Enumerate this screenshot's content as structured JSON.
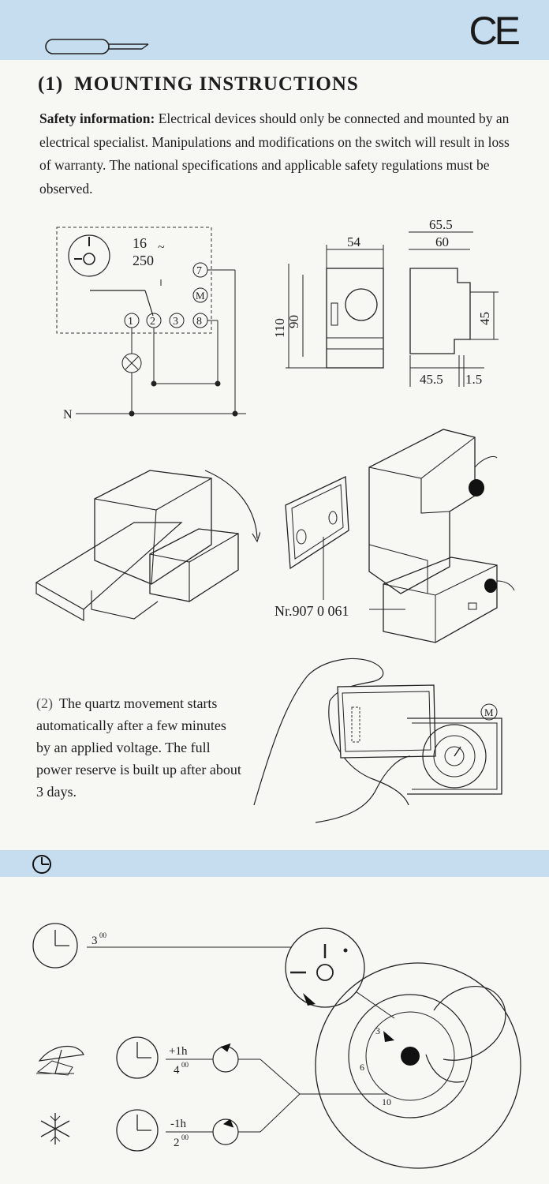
{
  "header": {
    "ce_mark": "CE",
    "pen_icon": "pen-icon"
  },
  "section1": {
    "number": "(1)",
    "title": "MOUNTING INSTRUCTIONS",
    "safety_label": "Safety information:",
    "safety_text": "Electrical devices should only be connected and mounted by an electrical specialist. Manipulations and modifications on the switch will result in loss of warranty. The national specifications and applicable safety regulations must be observed."
  },
  "wiring": {
    "current": "16",
    "voltage": "250",
    "ac_symbol": "~",
    "neutral": "N",
    "terminals": [
      "1",
      "2",
      "3",
      "8",
      "7",
      "M"
    ]
  },
  "dimensions": {
    "width_front": "54",
    "height_outer": "110",
    "height_inner": "90",
    "depth_total": "65.5",
    "depth_body": "60",
    "step_height": "45",
    "base_depth": "45.5",
    "gap": "1.5"
  },
  "accessory": {
    "part_number": "Nr.907 0 061"
  },
  "section2": {
    "number": "(2)",
    "text": "The quartz movement starts automatically after a few minutes by an applied voltage. The full power reserve is built up after about 3 days.",
    "motor_label": "M"
  },
  "time_setting": {
    "section_icon": "clock-icon",
    "time_main": "3",
    "time_main_sup": "00",
    "summer_offset": "+1h",
    "summer_time": "4",
    "summer_time_sup": "00",
    "winter_offset": "-1h",
    "winter_time": "2",
    "winter_time_sup": "00",
    "summer_icon": "sun-umbrella-icon",
    "winter_icon": "snowflake-icon",
    "dial_numbers": [
      "3",
      "6",
      "10"
    ]
  }
}
